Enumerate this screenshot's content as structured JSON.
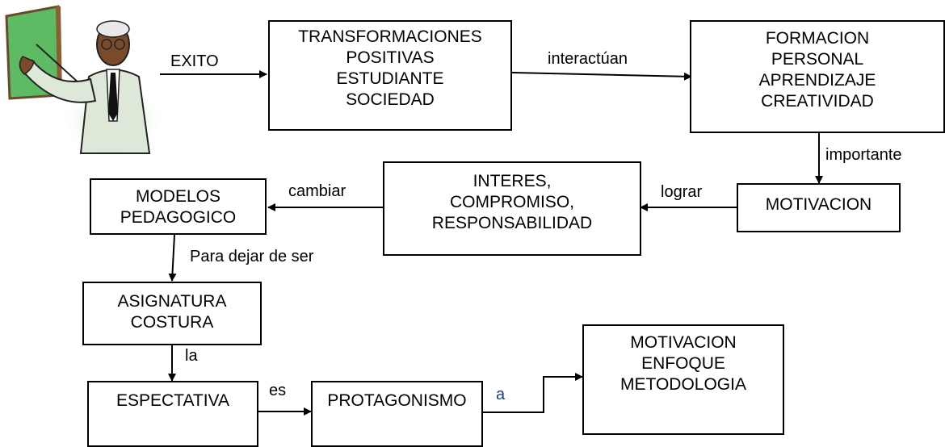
{
  "boxes": {
    "transformaciones": "TRANSFORMACIONES\nPOSITIVAS\nESTUDIANTE\nSOCIEDAD",
    "formacion": "FORMACION\nPERSONAL\nAPRENDIZAJE\nCREATIVIDAD",
    "motivacion": "MOTIVACION",
    "interes": "INTERES,\nCOMPROMISO,\nRESPONSABILIDAD",
    "modelos": "MODELOS\nPEDAGOGICO",
    "asignatura": "ASIGNATURA\nCOSTURA",
    "espectativa": "ESPECTATIVA",
    "protagonismo": "PROTAGONISMO",
    "motivacion_enfoque": "MOTIVACION\nENFOQUE\nMETODOLOGIA"
  },
  "labels": {
    "exito": "EXITO",
    "interactuan": "interactúan",
    "importante": "importante",
    "lograr": "lograr",
    "cambiar": "cambiar",
    "para_dejar": "Para dejar de ser",
    "la": "la",
    "es": "es",
    "a": "a"
  },
  "colors": {
    "label_a": "#1f3f7a",
    "board_green": "#5dbb63"
  },
  "icons": {
    "clipart": "presenter-teacher-icon"
  }
}
